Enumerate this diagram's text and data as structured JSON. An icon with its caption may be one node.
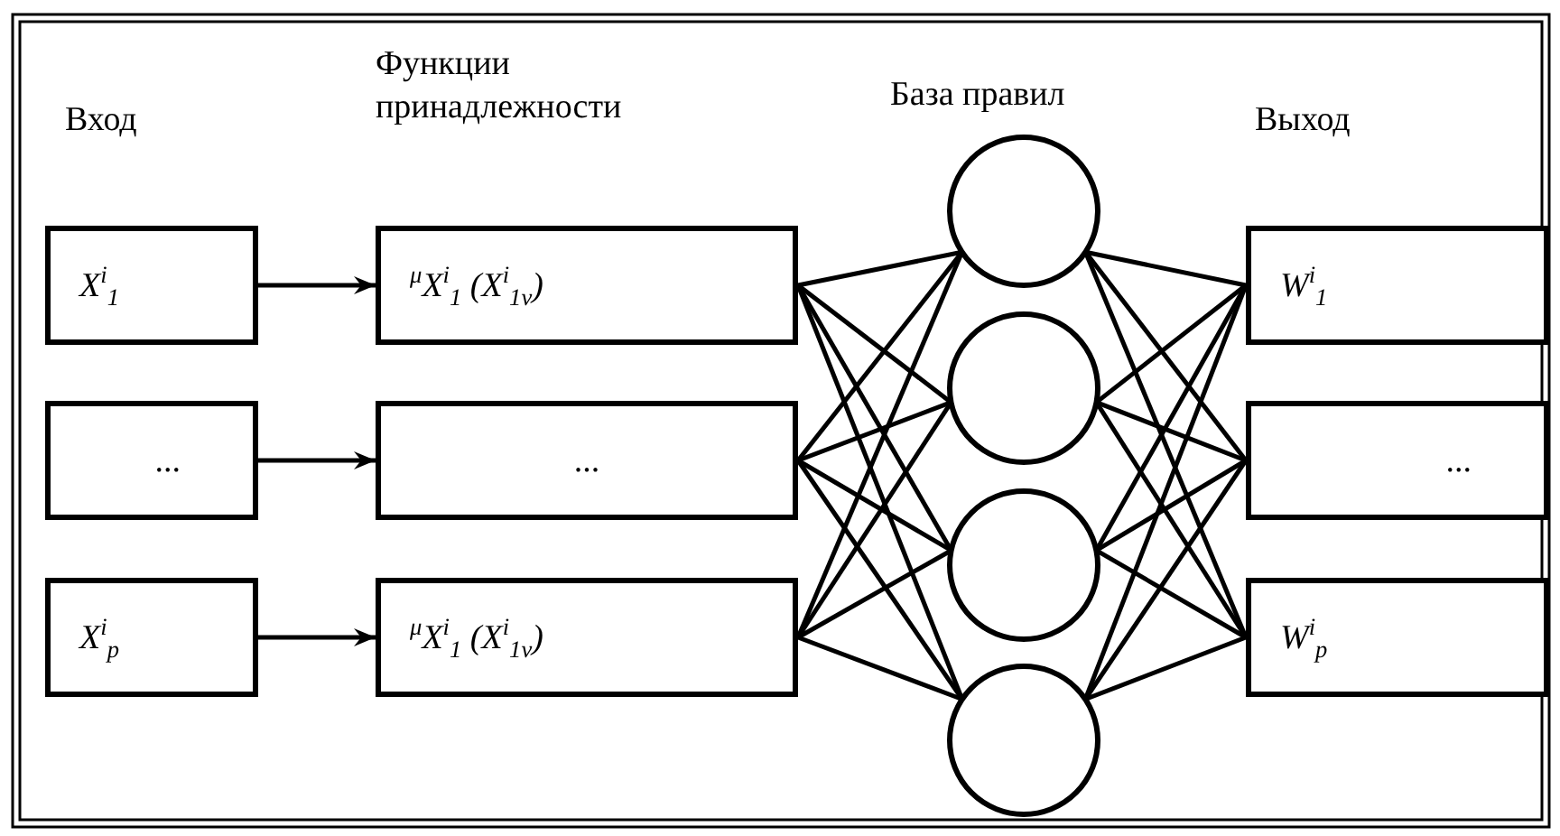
{
  "diagram": {
    "nodes": [
      {
        "text": [
          "X$^{i}$$_{1}$"
        ]
      },
      {
        "text": [
          "..."
        ]
      },
      {
        "text": [
          "X$^{i}$$_{p}$"
        ]
      },
      {
        "text": [
          "$^{μ}$X$^{i}$$_{1}$ (X$^{i}$$_{1v}$)"
        ]
      },
      {
        "text": [
          "..."
        ]
      },
      {
        "text": [
          "$^{μ}$X$^{i}$$_{1}$ (X$^{i}$$_{1v}$)"
        ]
      },
      {
        "text": [],
        "shape": "circle"
      },
      {
        "text": [],
        "shape": "circle"
      },
      {
        "text": [],
        "shape": "circle"
      },
      {
        "text": [],
        "shape": "circle"
      },
      {
        "text": [
          "W$^{i}$$_{1}$"
        ]
      },
      {
        "text": [
          "..."
        ]
      },
      {
        "text": [
          "W$^{i}$$_{p}$"
        ]
      }
    ],
    "edges": [
      {
        "from": 0,
        "to": 3,
        "arrow": "to"
      },
      {
        "from": 1,
        "to": 4,
        "arrow": "to"
      },
      {
        "from": 2,
        "to": 5,
        "arrow": "to"
      },
      {
        "from": 3,
        "to": 6,
        "arrow": "none"
      },
      {
        "from": 3,
        "to": 7,
        "arrow": "none"
      },
      {
        "from": 3,
        "to": 8,
        "arrow": "none"
      },
      {
        "from": 3,
        "to": 9,
        "arrow": "none"
      },
      {
        "from": 4,
        "to": 6,
        "arrow": "none"
      },
      {
        "from": 4,
        "to": 7,
        "arrow": "none"
      },
      {
        "from": 4,
        "to": 8,
        "arrow": "none"
      },
      {
        "from": 4,
        "to": 9,
        "arrow": "none"
      },
      {
        "from": 5,
        "to": 6,
        "arrow": "none"
      },
      {
        "from": 5,
        "to": 7,
        "arrow": "none"
      },
      {
        "from": 5,
        "to": 8,
        "arrow": "none"
      },
      {
        "from": 5,
        "to": 9,
        "arrow": "none"
      },
      {
        "from": 6,
        "to": 10,
        "arrow": "none"
      },
      {
        "from": 6,
        "to": 11,
        "arrow": "none"
      },
      {
        "from": 6,
        "to": 12,
        "arrow": "none"
      },
      {
        "from": 7,
        "to": 10,
        "arrow": "none"
      },
      {
        "from": 7,
        "to": 11,
        "arrow": "none"
      },
      {
        "from": 7,
        "to": 12,
        "arrow": "none"
      },
      {
        "from": 8,
        "to": 10,
        "arrow": "none"
      },
      {
        "from": 8,
        "to": 11,
        "arrow": "none"
      },
      {
        "from": 8,
        "to": 12,
        "arrow": "none"
      },
      {
        "from": 9,
        "to": 10,
        "arrow": "none"
      },
      {
        "from": 9,
        "to": 11,
        "arrow": "none"
      },
      {
        "from": 9,
        "to": 12,
        "arrow": "none"
      }
    ],
    "labels": [
      "Вход",
      "Функции принадлежности",
      "База правил",
      "Выход"
    ]
  }
}
